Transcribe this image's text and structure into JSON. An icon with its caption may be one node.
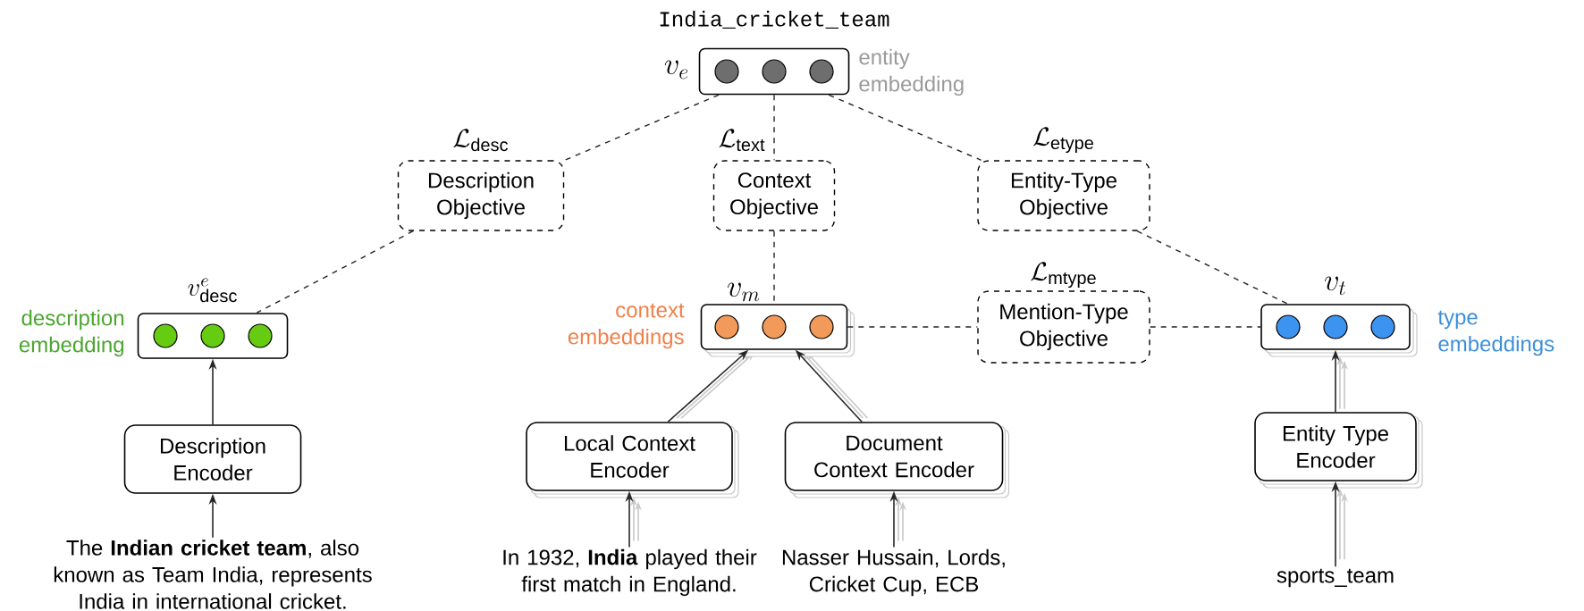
{
  "diagram": {
    "nodes": [
      {
        "text": [],
        "shape": "box",
        "beside": [
          "India_cricket_team",
          "v_e",
          "entity embedding"
        ]
      },
      {
        "text": [
          "Description Objective"
        ],
        "beside": [
          "\\mathcal{L}_{\\mathrm{desc}}"
        ]
      },
      {
        "text": [
          "Context Objective"
        ],
        "beside": [
          "\\mathcal{L}_{\\mathrm{text}}"
        ]
      },
      {
        "text": [
          "Entity-Type Objective"
        ],
        "beside": [
          "\\mathcal{L}_{\\mathrm{etype}}"
        ]
      },
      {
        "text": [],
        "shape": "box",
        "beside": [
          "v^{e}_{\\mathrm{desc}}",
          "description embedding"
        ]
      },
      {
        "text": [],
        "shape": "box",
        "beside": [
          "v_m",
          "context embeddings"
        ]
      },
      {
        "text": [
          "Mention-Type Objective"
        ],
        "beside": [
          "\\mathcal{L}_{\\mathrm{mtype}}"
        ]
      },
      {
        "text": [],
        "shape": "box",
        "beside": [
          "v_t",
          "type embeddings"
        ]
      },
      {
        "text": [
          "Description Encoder"
        ]
      },
      {
        "text": [
          "Local Context Encoder"
        ]
      },
      {
        "text": [
          "Document Context Encoder"
        ]
      },
      {
        "text": [
          "Entity Type Encoder"
        ]
      },
      {
        "text": [
          "The **Indian cricket team**, also known as Team India, represents India in international cricket."
        ]
      },
      {
        "text": [
          "In 1932, **India** played their first match in England."
        ]
      },
      {
        "text": [
          "Nasser Hussain, Lords, Cricket Cup, ECB"
        ]
      },
      {
        "text": [
          "sports_team"
        ]
      }
    ],
    "edges": [
      {
        "from": 0,
        "to": 1,
        "arrow": "none",
        "style": "dashed"
      },
      {
        "from": 0,
        "to": 2,
        "arrow": "none",
        "style": "dashed"
      },
      {
        "from": 0,
        "to": 3,
        "arrow": "none",
        "style": "dashed"
      },
      {
        "from": 1,
        "to": 4,
        "arrow": "none",
        "style": "dashed"
      },
      {
        "from": 2,
        "to": 5,
        "arrow": "none",
        "style": "dashed"
      },
      {
        "from": 3,
        "to": 7,
        "arrow": "none",
        "style": "dashed"
      },
      {
        "from": 5,
        "to": 6,
        "arrow": "none",
        "style": "dashed"
      },
      {
        "from": 6,
        "to": 7,
        "arrow": "none",
        "style": "dashed"
      },
      {
        "from": 8,
        "to": 4,
        "arrow": "to"
      },
      {
        "from": 9,
        "to": 5,
        "arrow": "to"
      },
      {
        "from": 10,
        "to": 5,
        "arrow": "to"
      },
      {
        "from": 11,
        "to": 7,
        "arrow": "to"
      },
      {
        "from": 12,
        "to": 8,
        "arrow": "to"
      },
      {
        "from": 13,
        "to": 9,
        "arrow": "to"
      },
      {
        "from": 14,
        "to": 10,
        "arrow": "to"
      },
      {
        "from": 15,
        "to": 11,
        "arrow": "to"
      }
    ]
  }
}
